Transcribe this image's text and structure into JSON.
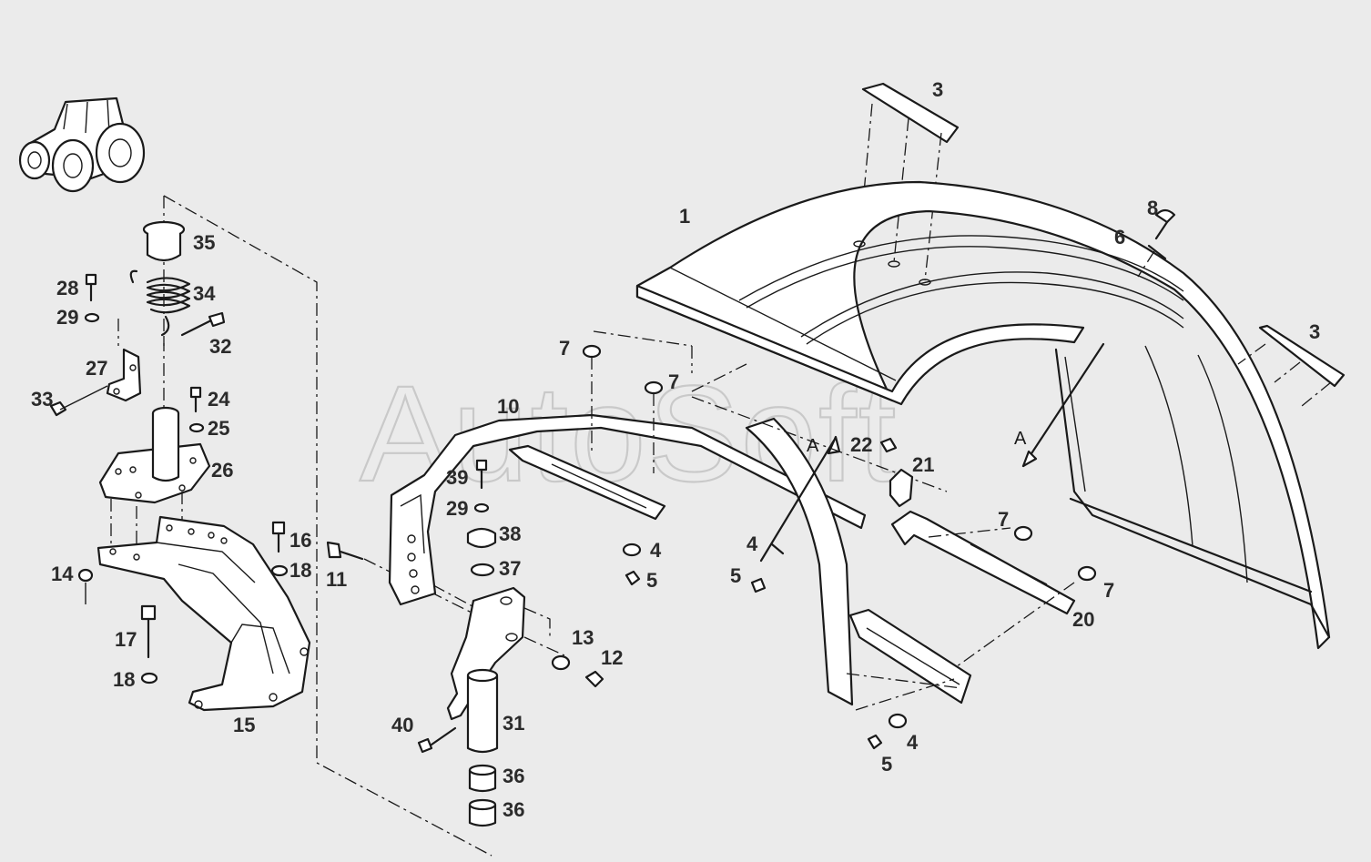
{
  "watermark": "AutoSoft",
  "callouts": {
    "c1": "1",
    "c3a": "3",
    "c3b": "3",
    "c4a": "4",
    "c4b": "4",
    "c4c": "4",
    "c5a": "5",
    "c5b": "5",
    "c5c": "5",
    "c6": "6",
    "c7a": "7",
    "c7b": "7",
    "c7c": "7",
    "c7d": "7",
    "c8": "8",
    "c10": "10",
    "c11": "11",
    "c12": "12",
    "c13": "13",
    "c14": "14",
    "c15": "15",
    "c16": "16",
    "c17": "17",
    "c18a": "18",
    "c18b": "18",
    "c20": "20",
    "c21": "21",
    "c22": "22",
    "c24": "24",
    "c25": "25",
    "c26": "26",
    "c27": "27",
    "c28": "28",
    "c29a": "29",
    "c29b": "29",
    "c31": "31",
    "c32": "32",
    "c33": "33",
    "c34": "34",
    "c35": "35",
    "c36a": "36",
    "c36b": "36",
    "c37": "37",
    "c38": "38",
    "c39": "39",
    "c40": "40"
  },
  "view_markers": {
    "a1": "A",
    "a2": "A"
  },
  "colors": {
    "background": "#ebebeb",
    "line": "#1a1a1a",
    "label": "#2b2b2b",
    "watermark": "#c9c9c9"
  },
  "icons": [
    "tractor-icon"
  ]
}
